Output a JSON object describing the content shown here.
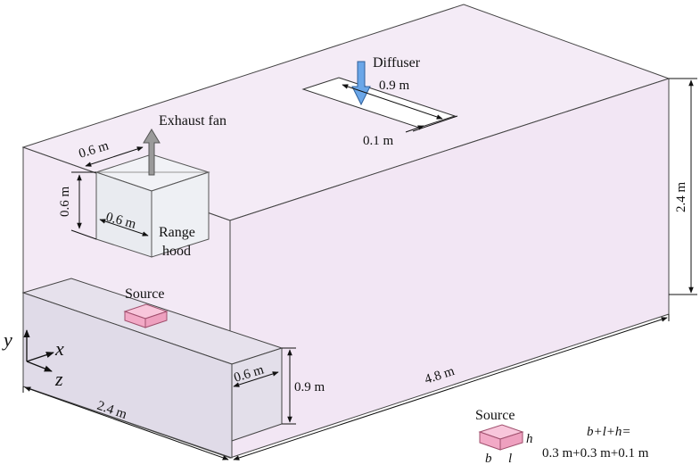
{
  "labels": {
    "diffuser": "Diffuser",
    "exhaust_fan": "Exhaust fan",
    "range_hood_line1": "Range",
    "range_hood_line2": "hood",
    "source_top": "Source",
    "source_legend": "Source"
  },
  "dimensions": {
    "diffuser_length": "0.9 m",
    "diffuser_width": "0.1 m",
    "hood_width": "0.6 m",
    "hood_height": "0.6 m",
    "hood_depth": "0.6 m",
    "room_height": "2.4 m",
    "room_length": "4.8 m",
    "room_width": "2.4 m",
    "counter_depth": "0.6 m",
    "counter_height": "0.9 m"
  },
  "axes": {
    "y": "y",
    "x": "x",
    "z": "z"
  },
  "legend": {
    "b": "b",
    "l": "l",
    "h": "h",
    "formula_line1": "b+l+h=",
    "formula_line2": "0.3 m+0.3 m+0.1 m"
  },
  "colors": {
    "room_fill": "#f3e9f5",
    "counter_fill": "#e2dde9",
    "hood_fill": "#eceef3",
    "source_fill": "#f4b6cf",
    "diffuser_arrow": "#6aa6e8",
    "exhaust_arrow": "#9a9a9a"
  }
}
